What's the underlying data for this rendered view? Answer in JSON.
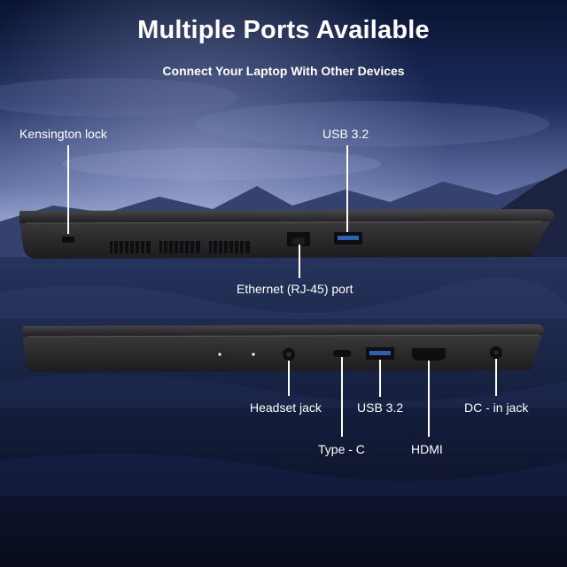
{
  "header": {
    "title": "Multiple Ports Available",
    "subtitle": "Connect Your Laptop With Other Devices"
  },
  "left_side": {
    "kensington_lock": "Kensington lock",
    "usb_port": "USB 3.2",
    "ethernet_port": "Ethernet (RJ-45) port"
  },
  "right_side": {
    "headset_jack": "Headset jack",
    "usb_port": "USB 3.2",
    "dc_in_jack": "DC - in jack",
    "type_c": "Type - C",
    "hdmi": "HDMI"
  },
  "colors": {
    "label_text": "#ffffff",
    "sky_top": "#0b1535",
    "sky_glow": "#8a98c4",
    "laptop_body": "#2b2b2d"
  }
}
